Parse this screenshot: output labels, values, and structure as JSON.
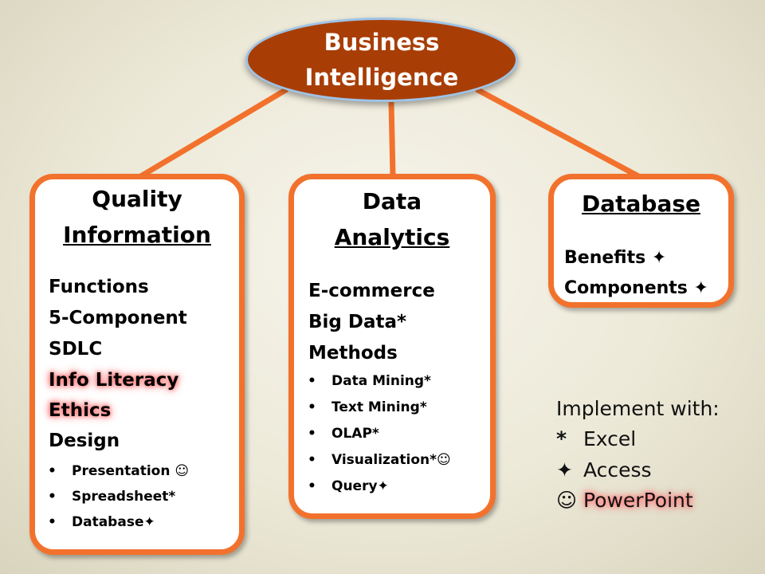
{
  "center": {
    "line1": "Business",
    "line2": "Intelligence"
  },
  "quality": {
    "title1": "Quality",
    "title2": "Information",
    "items": [
      "Functions",
      "5-Component",
      "SDLC",
      "Info Literacy",
      "Ethics",
      "Design"
    ],
    "bullets": [
      "Presentation ☺",
      "Spreadsheet*",
      "Database✦"
    ]
  },
  "analytics": {
    "title1": "Data",
    "title2": "Analytics",
    "items": [
      "E-commerce",
      "Big Data*",
      "Methods"
    ],
    "bullets": [
      "Data Mining*",
      "Text Mining*",
      "OLAP*",
      "Visualization*☺",
      "Query✦"
    ]
  },
  "database": {
    "title": "Database",
    "items": [
      "Benefits ✦",
      "Components ✦"
    ]
  },
  "implement": {
    "heading": "Implement with:",
    "lines": [
      {
        "symbol": "*",
        "label": "Excel"
      },
      {
        "symbol": "✦",
        "label": "Access"
      },
      {
        "symbol": "☺",
        "label": "PowerPoint"
      }
    ]
  },
  "colors": {
    "oval": "#a83e06",
    "border": "#f2722d",
    "highlight": "#ff6b6b"
  }
}
